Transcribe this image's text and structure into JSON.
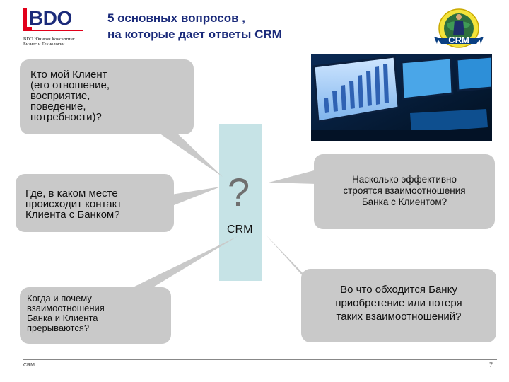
{
  "logo": {
    "text": "BDO",
    "subtitle_line1": "BDO Юникон Консалтинг",
    "subtitle_line2": "Бизнес и Технологии"
  },
  "title": {
    "line1": "5 основных вопросов ,",
    "line2": "на которые дает ответы CRM"
  },
  "badge": {
    "text": "CRM"
  },
  "bubbles": [
    {
      "lines": [
        "Кто мой Клиент",
        "(его отношение,",
        "восприятие,",
        "поведение,",
        "потребности)?"
      ]
    },
    {
      "lines": [
        "Где, в каком месте",
        "происходит контакт",
        "Клиента  с  Банком?"
      ]
    },
    {
      "lines": [
        "Когда и почему",
        "взаимоотношения",
        "Банка и Клиента",
        "прерываются?"
      ]
    },
    {
      "lines": [
        "Насколько эффективно",
        "строятся взаимоотношения",
        "Банка с Клиентом?"
      ]
    },
    {
      "lines": [
        "Во что обходится Банку",
        "приобретение или потеря",
        "таких взаимоотношений?"
      ]
    }
  ],
  "center": {
    "question_mark": "?",
    "label": "CRM"
  },
  "footer": {
    "label": "CRM",
    "page": "7"
  },
  "colors": {
    "brand_red": "#e2001a",
    "brand_navy": "#1a2a7a",
    "bubble_gray": "#c9c9c9",
    "column_teal": "#c6e3e6"
  }
}
